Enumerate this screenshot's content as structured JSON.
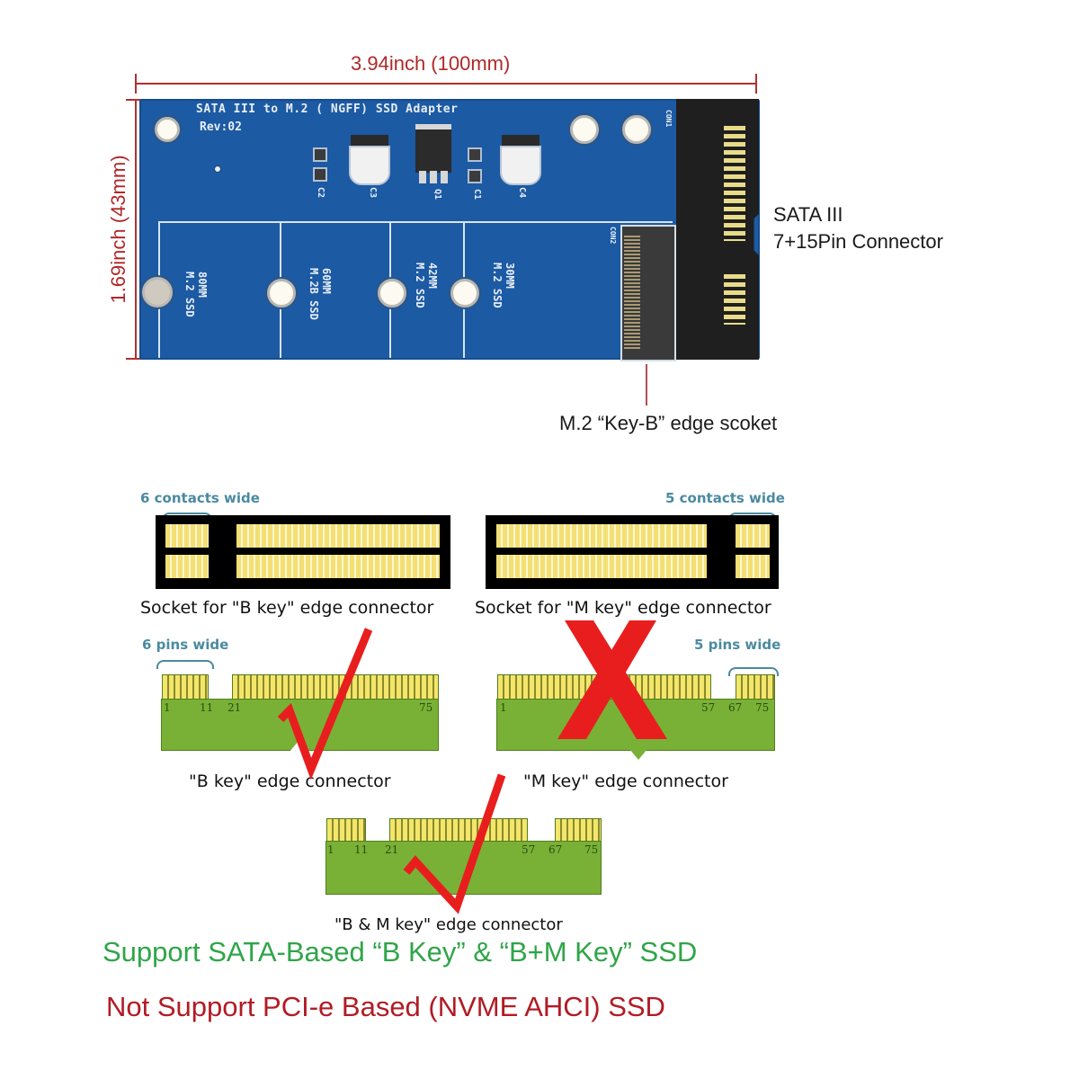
{
  "dimensions": {
    "width_label": "3.94inch (100mm)",
    "height_label": "1.69inch (43mm)"
  },
  "board": {
    "title": "SATA III to M.2 ( NGFF) SSD Adapter",
    "revision": "Rev:02",
    "component_labels": [
      "C2",
      "C3",
      "Q1",
      "C1",
      "C4"
    ],
    "connector_labels": [
      "CON1",
      "CON2"
    ],
    "slots": [
      {
        "size": "80MM",
        "type": "M.2 SSD"
      },
      {
        "size": "60MM",
        "type": "M.2B SSD"
      },
      {
        "size": "42MM",
        "type": "M.2 SSD"
      },
      {
        "size": "30MM",
        "type": "M.2 SSD"
      }
    ],
    "color": "#1c5aa3"
  },
  "callouts": {
    "sata_line1": "SATA III",
    "sata_line2": "7+15Pin Connector",
    "m2_socket": "M.2 “Key-B” edge scoket"
  },
  "sockets": [
    {
      "brace_label": "6 contacts wide",
      "caption": "Socket for \"B key\" edge connector"
    },
    {
      "brace_label": "5 contacts wide",
      "caption": "Socket for \"M key\" edge connector"
    }
  ],
  "edge_connectors": [
    {
      "brace_label": "6 pins wide",
      "caption": "\"B key\" edge connector",
      "pins": [
        "1",
        "11",
        "21",
        "75"
      ],
      "mark": "check-mark",
      "supported": true
    },
    {
      "brace_label": "5 pins wide",
      "caption": "\"M key\" edge connector",
      "pins": [
        "1",
        "57",
        "67",
        "75"
      ],
      "mark": "x-mark",
      "supported": false
    },
    {
      "brace_label": "",
      "caption": "\"B & M key\" edge connector",
      "pins": [
        "1",
        "11",
        "21",
        "57",
        "67",
        "75"
      ],
      "mark": "check-mark",
      "supported": true
    }
  ],
  "notes": {
    "support": "Support SATA-Based “B Key” & “B+M Key” SSD",
    "not_support": "Not Support PCI-e Based (NVME  AHCI) SSD",
    "support_color": "#2fa548",
    "not_support_color": "#b21b24"
  }
}
